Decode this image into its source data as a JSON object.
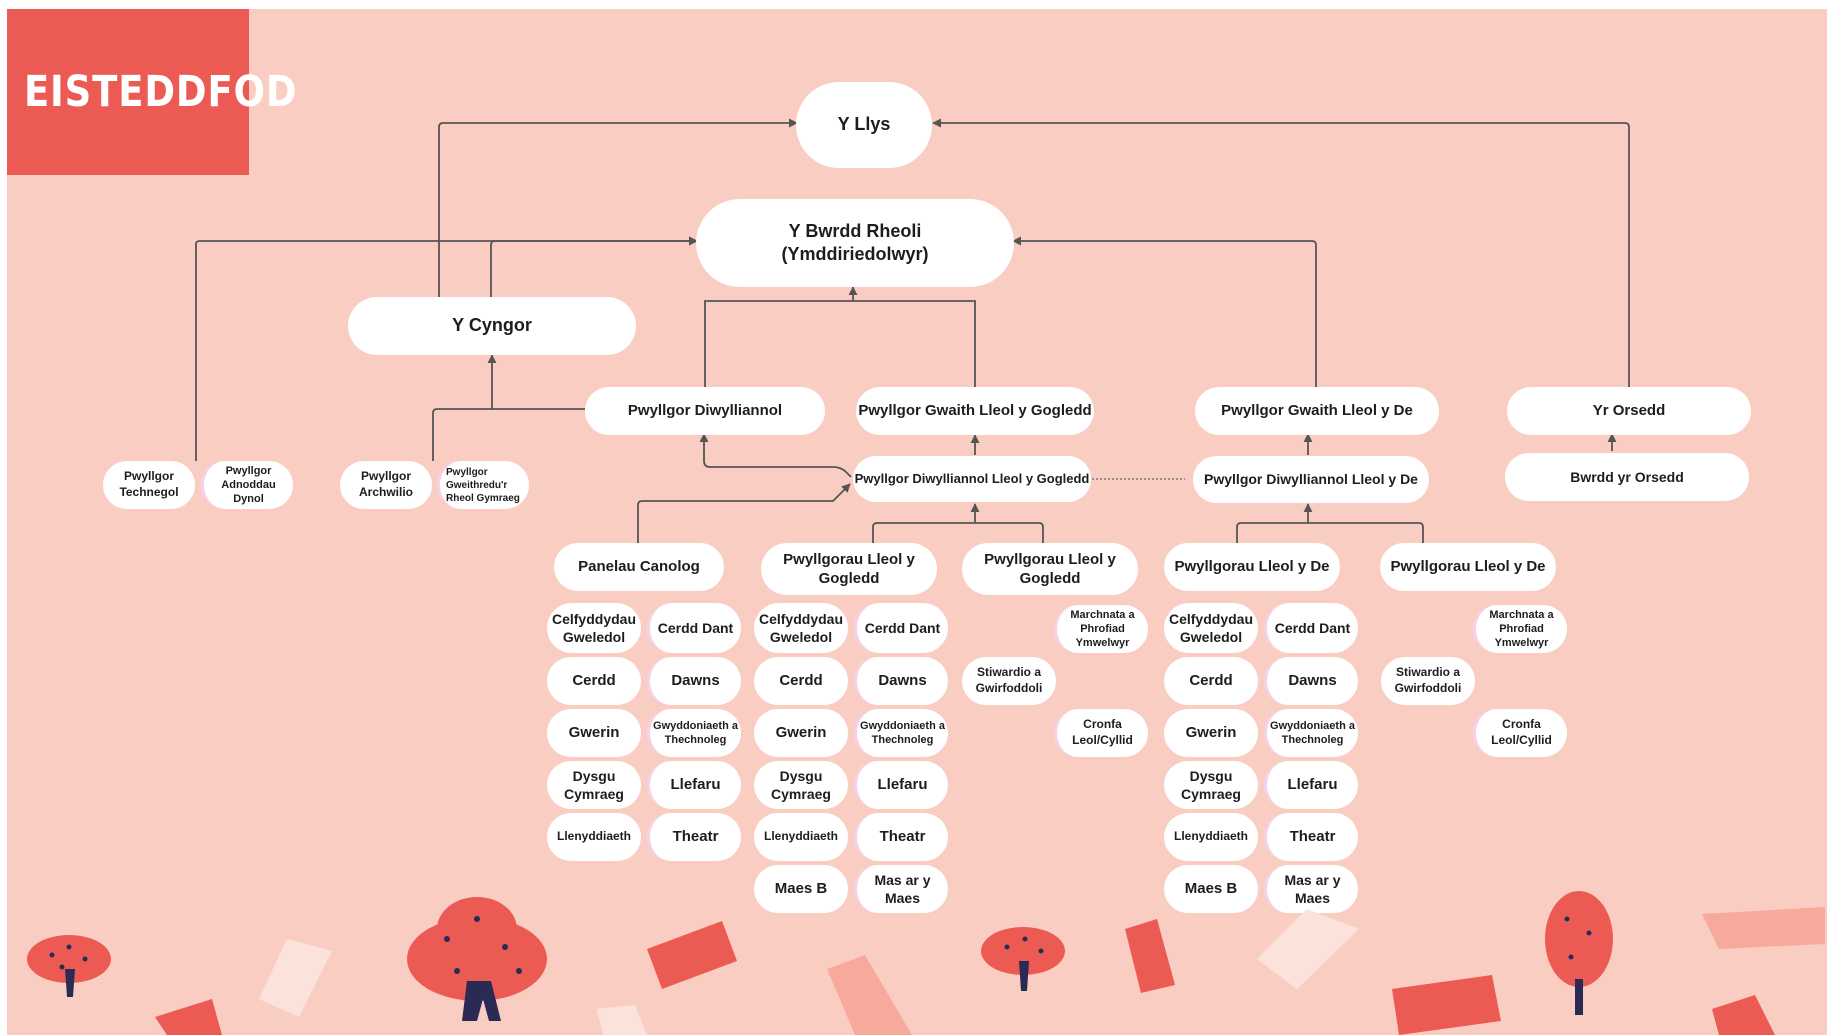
{
  "logo": {
    "text": "EISTEDDFOD"
  },
  "colors": {
    "background": "#facdc3",
    "accent": "#ec5b53",
    "box": "#ffffff",
    "line": "#555555"
  },
  "nodes": {
    "y_llys": "Y Llys",
    "bwrdd_rheoli_1": "Y Bwrdd Rheoli",
    "bwrdd_rheoli_2": "(Ymddiriedolwyr)",
    "y_cyngor": "Y Cyngor",
    "pwyllgor_diwylliannol": "Pwyllgor Diwylliannol",
    "gwaith_gogledd": "Pwyllgor Gwaith Lleol y Gogledd",
    "gwaith_de": "Pwyllgor Gwaith Lleol y De",
    "yr_orsedd": "Yr Orsedd",
    "bwrdd_yr_orsedd": "Bwrdd yr Orsedd",
    "diwylliannol_gogledd": "Pwyllgor Diwylliannol Lleol y Gogledd",
    "diwylliannol_de": "Pwyllgor Diwylliannol Lleol y De",
    "technegol": "Pwyllgor Technegol",
    "adnoddau": "Pwyllgor Adnoddau Dynol",
    "archwilio": "Pwyllgor Archwilio",
    "gweithredu": "Pwyllgor Gweithredu'r Rheol Gymraeg",
    "panelau": "Panelau Canolog",
    "lleol_gogledd_a": "Pwyllgorau Lleol y Gogledd",
    "lleol_gogledd_b": "Pwyllgorau Lleol y Gogledd",
    "lleol_de_a": "Pwyllgorau Lleol y De",
    "lleol_de_b": "Pwyllgorau Lleol y De"
  },
  "panels": {
    "celf": "Celfyddydau Gweledol",
    "cerdd_dant": "Cerdd Dant",
    "cerdd": "Cerdd",
    "dawns": "Dawns",
    "gwerin": "Gwerin",
    "gwyddoniaeth": "Gwyddoniaeth a Thechnoleg",
    "dysgu": "Dysgu Cymraeg",
    "llefaru": "Llefaru",
    "llenyddiaeth": "Llenyddiaeth",
    "theatr": "Theatr",
    "maes_b": "Maes B",
    "mas_ar_y_maes": "Mas ar y Maes"
  },
  "local": {
    "marchnata": "Marchnata a Phrofiad Ymwelwyr",
    "stiwardio": "Stiwardio a Gwirfoddoli",
    "cronfa": "Cronfa Leol/Cyllid"
  }
}
